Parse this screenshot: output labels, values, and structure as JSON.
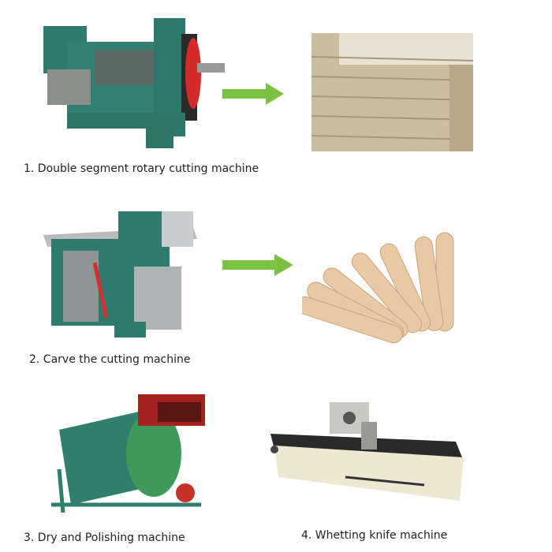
{
  "steps": [
    {
      "caption": "1. Double segment rotary cutting machine"
    },
    {
      "caption": "2. Carve the cutting machine"
    },
    {
      "caption": "3. Dry and Polishing machine"
    },
    {
      "caption": "4. Whetting knife machine"
    }
  ],
  "colors": {
    "arrow": "#7cc242",
    "machine_green": "#2f7f72",
    "wood": "#e6c9a5",
    "veneer": "#d8c8a8"
  },
  "icons": [
    "arrow-right-icon",
    "arrow-right-icon"
  ]
}
